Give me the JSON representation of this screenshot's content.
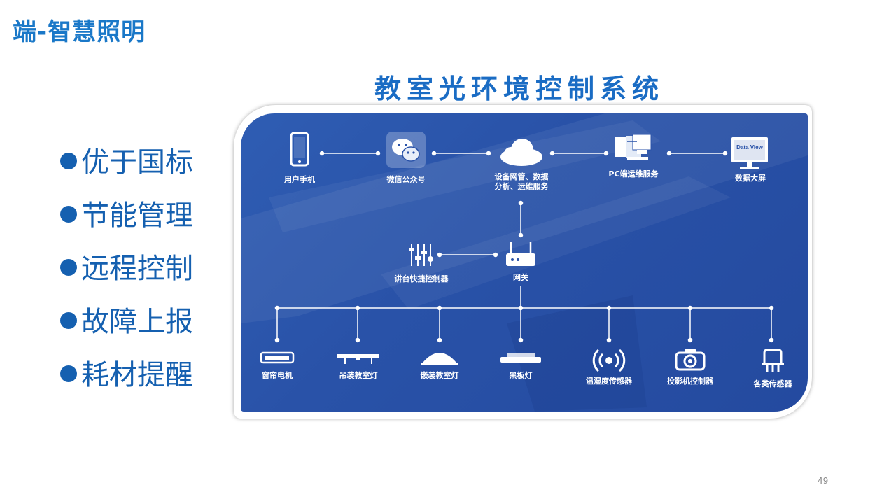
{
  "page_title": "端-智慧照明",
  "diagram_title": "教室光环境控制系统",
  "bullets": [
    "优于国标",
    "节能管理",
    "远程控制",
    "故障上报",
    "耗材提醒"
  ],
  "nodes": {
    "phone": "用户手机",
    "wechat": "微信公众号",
    "cloud_line1": "设备网管、数据",
    "cloud_line2": "分析、运维服务",
    "pc": "PC端运维服务",
    "screen": "数据大屏",
    "screen_text": "Data View",
    "podium": "讲台快捷控制器",
    "gateway": "网关",
    "curtain": "窗帘电机",
    "pendant": "吊装教室灯",
    "embedded": "嵌装教室灯",
    "blackboard": "黑板灯",
    "humidity": "温湿度传感器",
    "projector": "投影机控制器",
    "sensors": "各类传感器"
  },
  "page_number": "49"
}
